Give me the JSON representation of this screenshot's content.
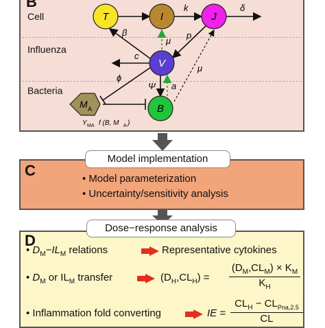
{
  "panel_b": {
    "letter": "B",
    "sections": {
      "cell": "Cell",
      "influenza": "Influenza",
      "bacteria": "Bacteria"
    },
    "nodes": {
      "T": "T",
      "I": "I",
      "J": "J",
      "V": "V",
      "B": "B",
      "M": "M",
      "M_sub": "A"
    },
    "rates": {
      "k": "k",
      "delta": "δ",
      "beta": "β",
      "mu1": "μ",
      "p": "p",
      "c": "c",
      "phi": "ϕ",
      "psi": "Ψ",
      "a": "a",
      "mu2": "μ"
    },
    "growth_term": {
      "Y": "Y",
      "Y_sub": "MA",
      "f_open": "f (B, M",
      "f_sub": "A",
      "f_close": ")"
    },
    "colors": {
      "T": "#f7e526",
      "I": "#b9882e",
      "J": "#ee22e8",
      "V": "#5a3fcf",
      "B": "#22c43a",
      "M": "#a2915a"
    }
  },
  "panel_c": {
    "letter": "C",
    "title": "Model implementation",
    "bullets": [
      "• Model parameterization",
      "• Uncertainty/sensitivity analysis"
    ]
  },
  "panel_d": {
    "letter": "D",
    "title": "Dose−response analysis",
    "row1": {
      "left": "D",
      "left_sub": "M",
      "dash": "−IL",
      "dash_sub": "M",
      "rel": " relations",
      "right": "Representative cytokines"
    },
    "row2": {
      "d": "D",
      "d_sub": "M",
      "or": " or IL",
      "or_sub": "M",
      "transfer": " transfer",
      "lhs": "(D",
      "lhs_sub1": "H",
      "lhs_mid": ",CL",
      "lhs_sub2": "H",
      "lhs_close": ") =",
      "num": "(D",
      "num_sub1": "M",
      "num_mid": ",CL",
      "num_sub2": "M",
      "num_close": ") × K",
      "num_sub3": "M",
      "den": "K",
      "den_sub": "H"
    },
    "row3": {
      "label": "• Inflammation fold converting",
      "lhs": "IE =",
      "num": "CL",
      "num_sub1": "H",
      "num_minus": " − CL",
      "num_sub2": "Pna,2.5",
      "den": "CL"
    }
  }
}
